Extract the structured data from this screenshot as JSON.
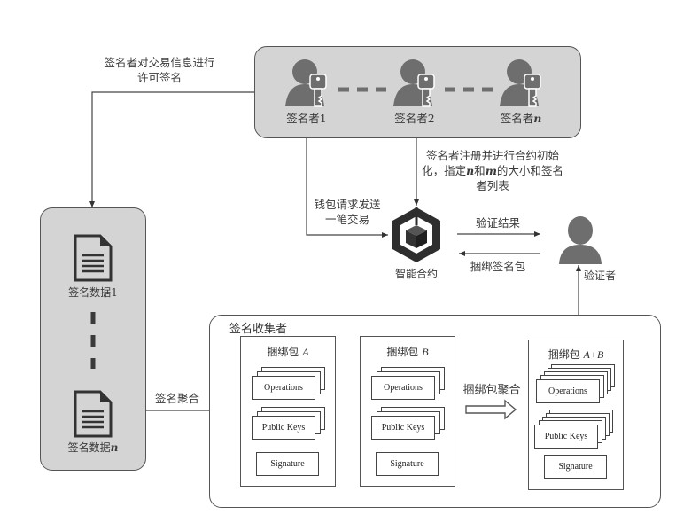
{
  "signers": {
    "items": [
      {
        "label": "签名者",
        "suffix": "1",
        "suffix_italic": false
      },
      {
        "label": "签名者",
        "suffix": "2",
        "suffix_italic": false
      },
      {
        "label": "签名者",
        "suffix": "n",
        "suffix_italic": true
      }
    ]
  },
  "annotations": {
    "sign_tx_line1": "签名者对交易信息进行",
    "sign_tx_line2": "许可签名",
    "register_line1": "签名者注册并进行合约初始",
    "register_line2_a": "化，指定",
    "register_line2_n": "n",
    "register_line2_b": "和",
    "register_line2_m": "m",
    "register_line2_c": "的大小和签名",
    "register_line3": "者列表",
    "wallet_line1": "钱包请求发送",
    "wallet_line2": "一笔交易",
    "verify_result": "验证结果",
    "bundle_sig_pkg": "捆绑签名包",
    "sig_aggregate": "签名聚合",
    "bundle_aggregate": "捆绑包聚合"
  },
  "smart_contract": {
    "label": "智能合约"
  },
  "verifier": {
    "label": "验证者"
  },
  "signature_data": {
    "first": {
      "label": "签名数据",
      "suffix": "1"
    },
    "last": {
      "label": "签名数据",
      "suffix": "n"
    }
  },
  "collector": {
    "title": "签名收集者",
    "bundles": [
      {
        "title": "捆绑包",
        "name": "A",
        "operations": "Operations",
        "public_keys": "Public Keys",
        "signature": "Signature"
      },
      {
        "title": "捆绑包",
        "name": "B",
        "operations": "Operations",
        "public_keys": "Public Keys",
        "signature": "Signature"
      },
      {
        "title": "捆绑包",
        "name": "A+B",
        "operations": "Operations",
        "public_keys": "Public Keys",
        "signature": "Signature"
      }
    ]
  },
  "colors": {
    "panel_fill": "#d4d4d4",
    "icon_fill": "#6e6e6e",
    "line": "#444444"
  }
}
